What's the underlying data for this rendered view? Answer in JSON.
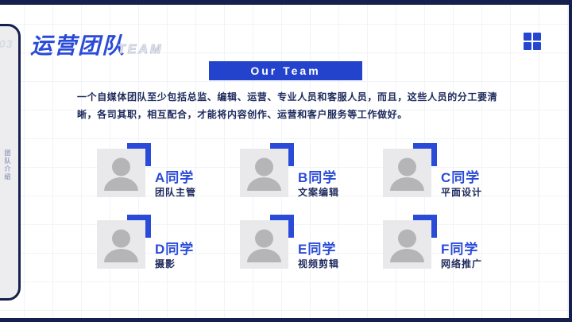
{
  "slide": {
    "slide_number": "03",
    "side_vertical_text": "团队介绍",
    "title": "运营团队",
    "title_watermark": "TEAM",
    "section_badge": "Our Team",
    "intro_text": "一个自媒体团队至少包括总监、编辑、运营、专业人员和客服人员，而且，这些人员的分工要清晰，各司其职，相互配合，才能将内容创作、运营和客户服务等工作做好。",
    "colors": {
      "accent_blue": "#2a4bd7",
      "badge_blue": "#2443cd",
      "border_navy": "#16204e",
      "text_navy": "#1c2a5c",
      "avatar_bg": "#e9e9eb",
      "avatar_fg": "#b5b5b8"
    },
    "members": [
      {
        "name": "A同学",
        "role": "团队主管"
      },
      {
        "name": "B同学",
        "role": "文案编辑"
      },
      {
        "name": "C同学",
        "role": "平面设计"
      },
      {
        "name": "D同学",
        "role": "摄影"
      },
      {
        "name": "E同学",
        "role": "视频剪辑"
      },
      {
        "name": "F同学",
        "role": "网络推广"
      }
    ]
  }
}
